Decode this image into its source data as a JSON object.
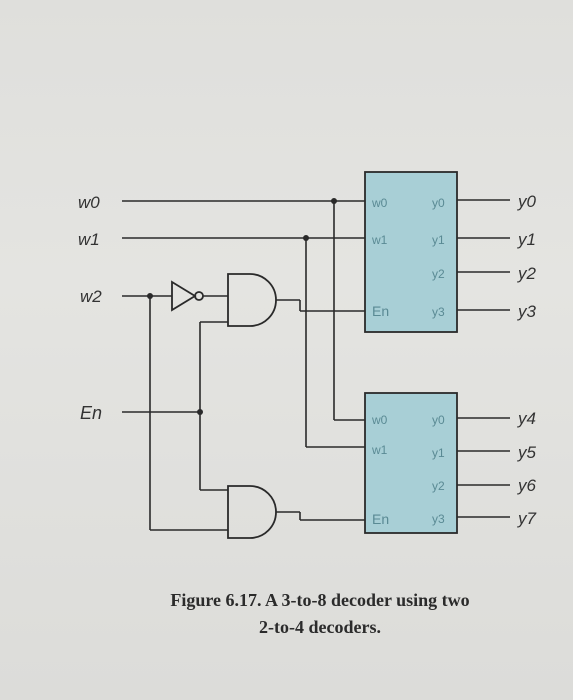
{
  "inputs": {
    "w0": "w0",
    "w1": "w1",
    "w2": "w2",
    "en": "En"
  },
  "decoder_top": {
    "in0": "w0",
    "in1": "w1",
    "en": "En",
    "out0": "y0",
    "out1": "y1",
    "out2": "y2",
    "out3": "y3"
  },
  "decoder_bottom": {
    "in0": "w0",
    "in1": "w1",
    "en": "En",
    "out0": "y0",
    "out1": "y1",
    "out2": "y2",
    "out3": "y3"
  },
  "outputs": [
    "y0",
    "y1",
    "y2",
    "y3",
    "y4",
    "y5",
    "y6",
    "y7"
  ],
  "caption": {
    "line1": "Figure 6.17.   A 3-to-8 decoder using two",
    "line2": "2-to-4 decoders."
  }
}
